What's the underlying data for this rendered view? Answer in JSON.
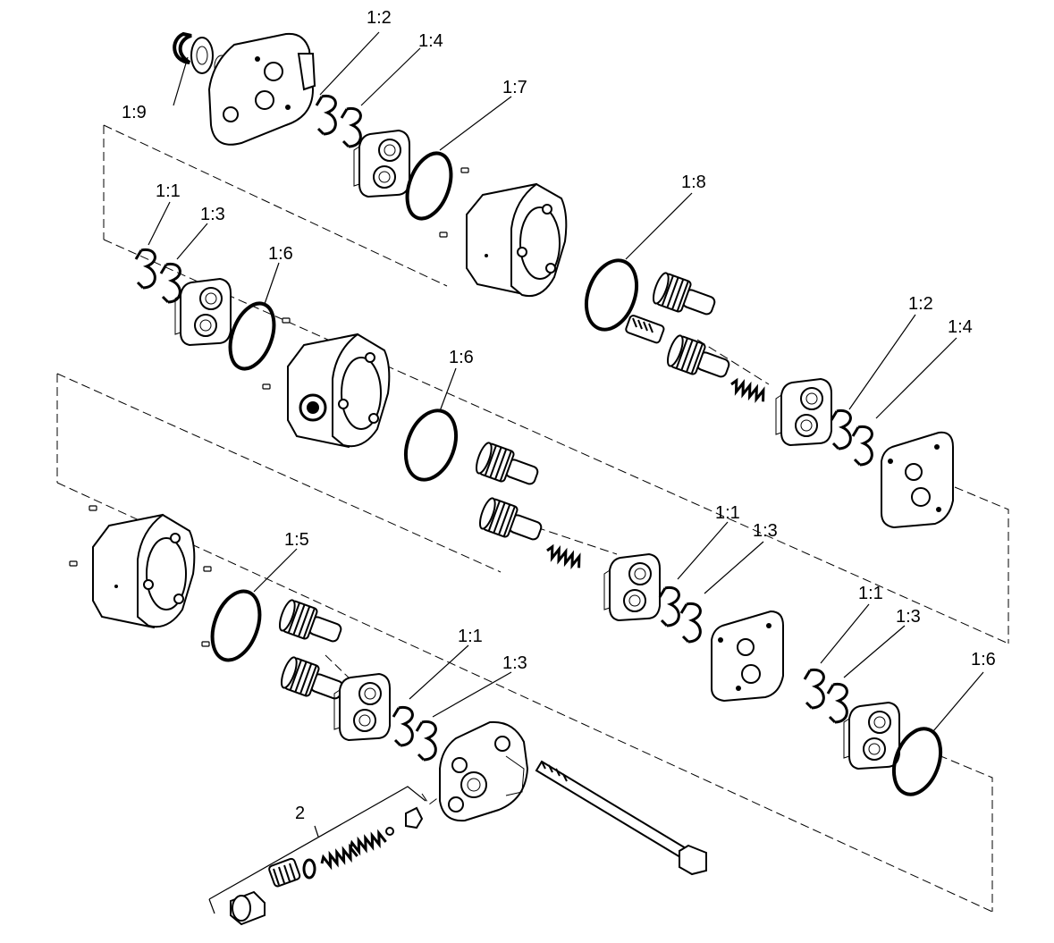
{
  "labels": {
    "c1_9": "1:9",
    "c1_2a": "1:2",
    "c1_4a": "1:4",
    "c1_7": "1:7",
    "c1_1a": "1:1",
    "c1_3a": "1:3",
    "c1_6a": "1:6",
    "c1_8": "1:8",
    "c1_6b": "1:6",
    "c1_2b": "1:2",
    "c1_4b": "1:4",
    "c1_5": "1:5",
    "c1_1b": "1:1",
    "c1_3b": "1:3",
    "c1_1c": "1:1",
    "c1_3c": "1:3",
    "c1_1d": "1:1",
    "c1_3d": "1:3",
    "c1_6c": "1:6",
    "c2": "2"
  }
}
